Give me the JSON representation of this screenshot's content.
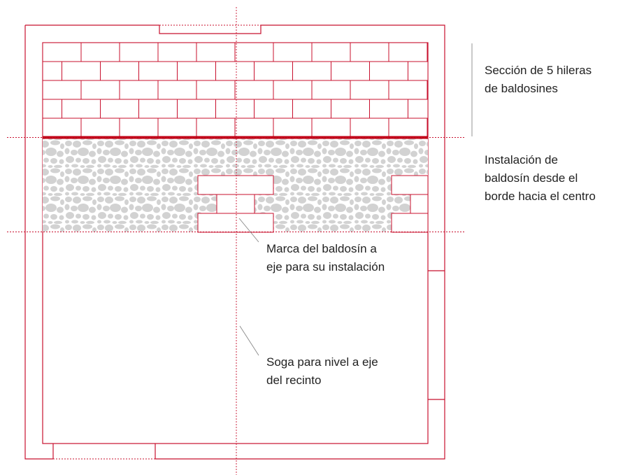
{
  "colors": {
    "line": "#c8102e",
    "accent": "#c00014",
    "gravel": "#cfcfcf",
    "leader": "#888888",
    "text": "#222222"
  },
  "labels": {
    "section": [
      "Sección de 5 hileras",
      "de baldosines"
    ],
    "install": [
      "Instalación de",
      "baldosín desde el",
      "borde hacia el centro"
    ],
    "mark": [
      "Marca del baldosín a",
      "eje para su instalación"
    ],
    "rope": [
      "Soga para nivel a eje",
      "del recinto"
    ]
  },
  "rows_installed": 5
}
